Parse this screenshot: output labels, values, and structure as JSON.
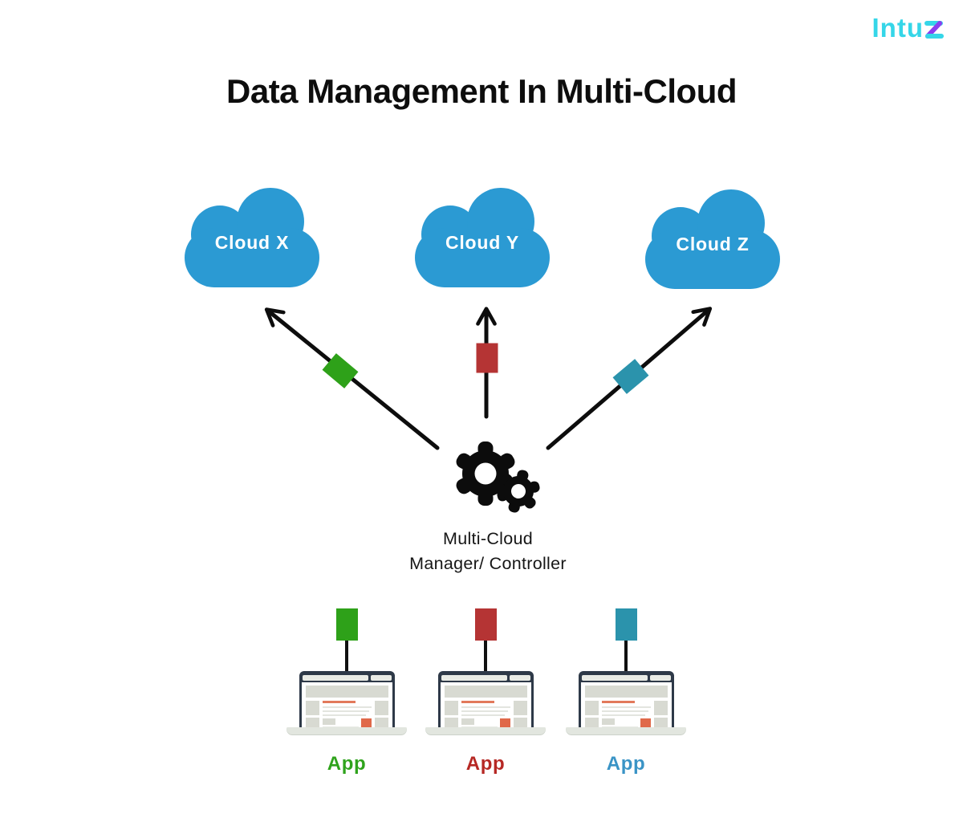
{
  "brand": {
    "name": "Intuz",
    "text_part": "Intu",
    "z_part": "z",
    "cyan": "#35d6e8",
    "purple": "#8a3ff0"
  },
  "title": "Data Management In Multi-Cloud",
  "cloud_color": "#2b9ad3",
  "arrow_color": "#0d0d0d",
  "clouds": [
    {
      "label": "Cloud X"
    },
    {
      "label": "Cloud Y"
    },
    {
      "label": "Cloud Z"
    }
  ],
  "manager": {
    "line1": "Multi-Cloud",
    "line2": "Manager/ Controller"
  },
  "connections": [
    {
      "from": "App 1",
      "to": "Cloud X",
      "chip_color": "#2ea119"
    },
    {
      "from": "App 2",
      "to": "Cloud Y",
      "chip_color": "#b53434"
    },
    {
      "from": "App 3",
      "to": "Cloud Z",
      "chip_color": "#2b93ac"
    }
  ],
  "apps": [
    {
      "label": "App",
      "chip_color": "#2ea119",
      "label_color": "#2fa31c"
    },
    {
      "label": "App",
      "chip_color": "#b53434",
      "label_color": "#b62824"
    },
    {
      "label": "App",
      "chip_color": "#2b93ac",
      "label_color": "#3a94c6"
    }
  ]
}
